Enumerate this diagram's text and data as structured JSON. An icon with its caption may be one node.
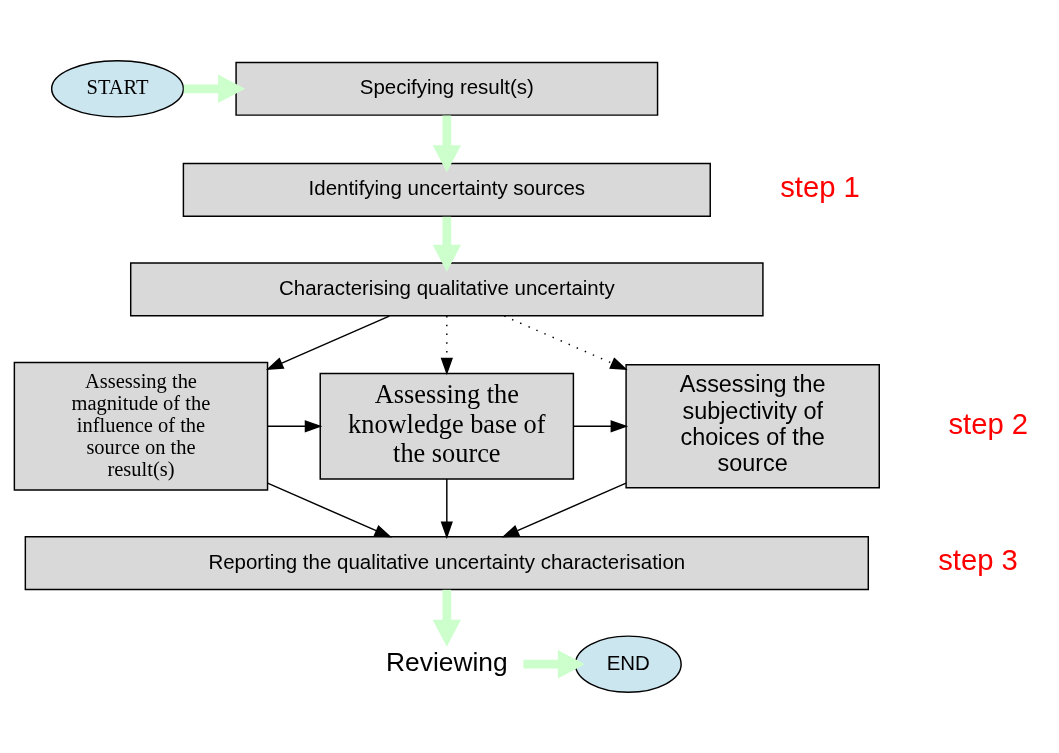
{
  "diagram": {
    "nodes": [
      {
        "text": [
          "START"
        ]
      },
      {
        "text": [
          "Specifying result(s)"
        ]
      },
      {
        "text": [
          "Identifying uncertainty sources"
        ]
      },
      {
        "text": [
          "Characterising qualitative uncertainty"
        ]
      },
      {
        "text": [
          "Assessing the magnitude of the influence of the source on the result(s)"
        ]
      },
      {
        "text": [
          "Assessing the knowledge base of the source"
        ]
      },
      {
        "text": [
          "Assessing the subjectivity of choices of the source"
        ]
      },
      {
        "text": [
          "Reporting the qualitative uncertainty characterisation"
        ]
      },
      {
        "text": [
          "END"
        ]
      },
      {
        "text": [
          "Reviewing"
        ]
      }
    ],
    "edges": [
      {
        "from": 0,
        "to": 1,
        "arrow": "to",
        "style": "thick",
        "color": "#ccffcc"
      },
      {
        "from": 1,
        "to": 2,
        "arrow": "to",
        "style": "thick",
        "color": "#ccffcc"
      },
      {
        "from": 2,
        "to": 3,
        "arrow": "to",
        "style": "thick",
        "color": "#ccffcc"
      },
      {
        "from": 3,
        "to": 4,
        "arrow": "to"
      },
      {
        "from": 3,
        "to": 5,
        "arrow": "to",
        "style": "dashed"
      },
      {
        "from": 3,
        "to": 6,
        "arrow": "to",
        "style": "dashed"
      },
      {
        "from": 4,
        "to": 5,
        "arrow": "to"
      },
      {
        "from": 5,
        "to": 6,
        "arrow": "to"
      },
      {
        "from": 4,
        "to": 7,
        "arrow": "to"
      },
      {
        "from": 5,
        "to": 7,
        "arrow": "to"
      },
      {
        "from": 6,
        "to": 7,
        "arrow": "to"
      },
      {
        "from": 7,
        "to": 9,
        "arrow": "to",
        "style": "thick",
        "color": "#ccffcc"
      },
      {
        "from": 9,
        "to": 8,
        "arrow": "to",
        "style": "thick",
        "color": "#ccffcc"
      }
    ],
    "labels": [
      "step 1",
      "step 2",
      "step 3"
    ]
  }
}
